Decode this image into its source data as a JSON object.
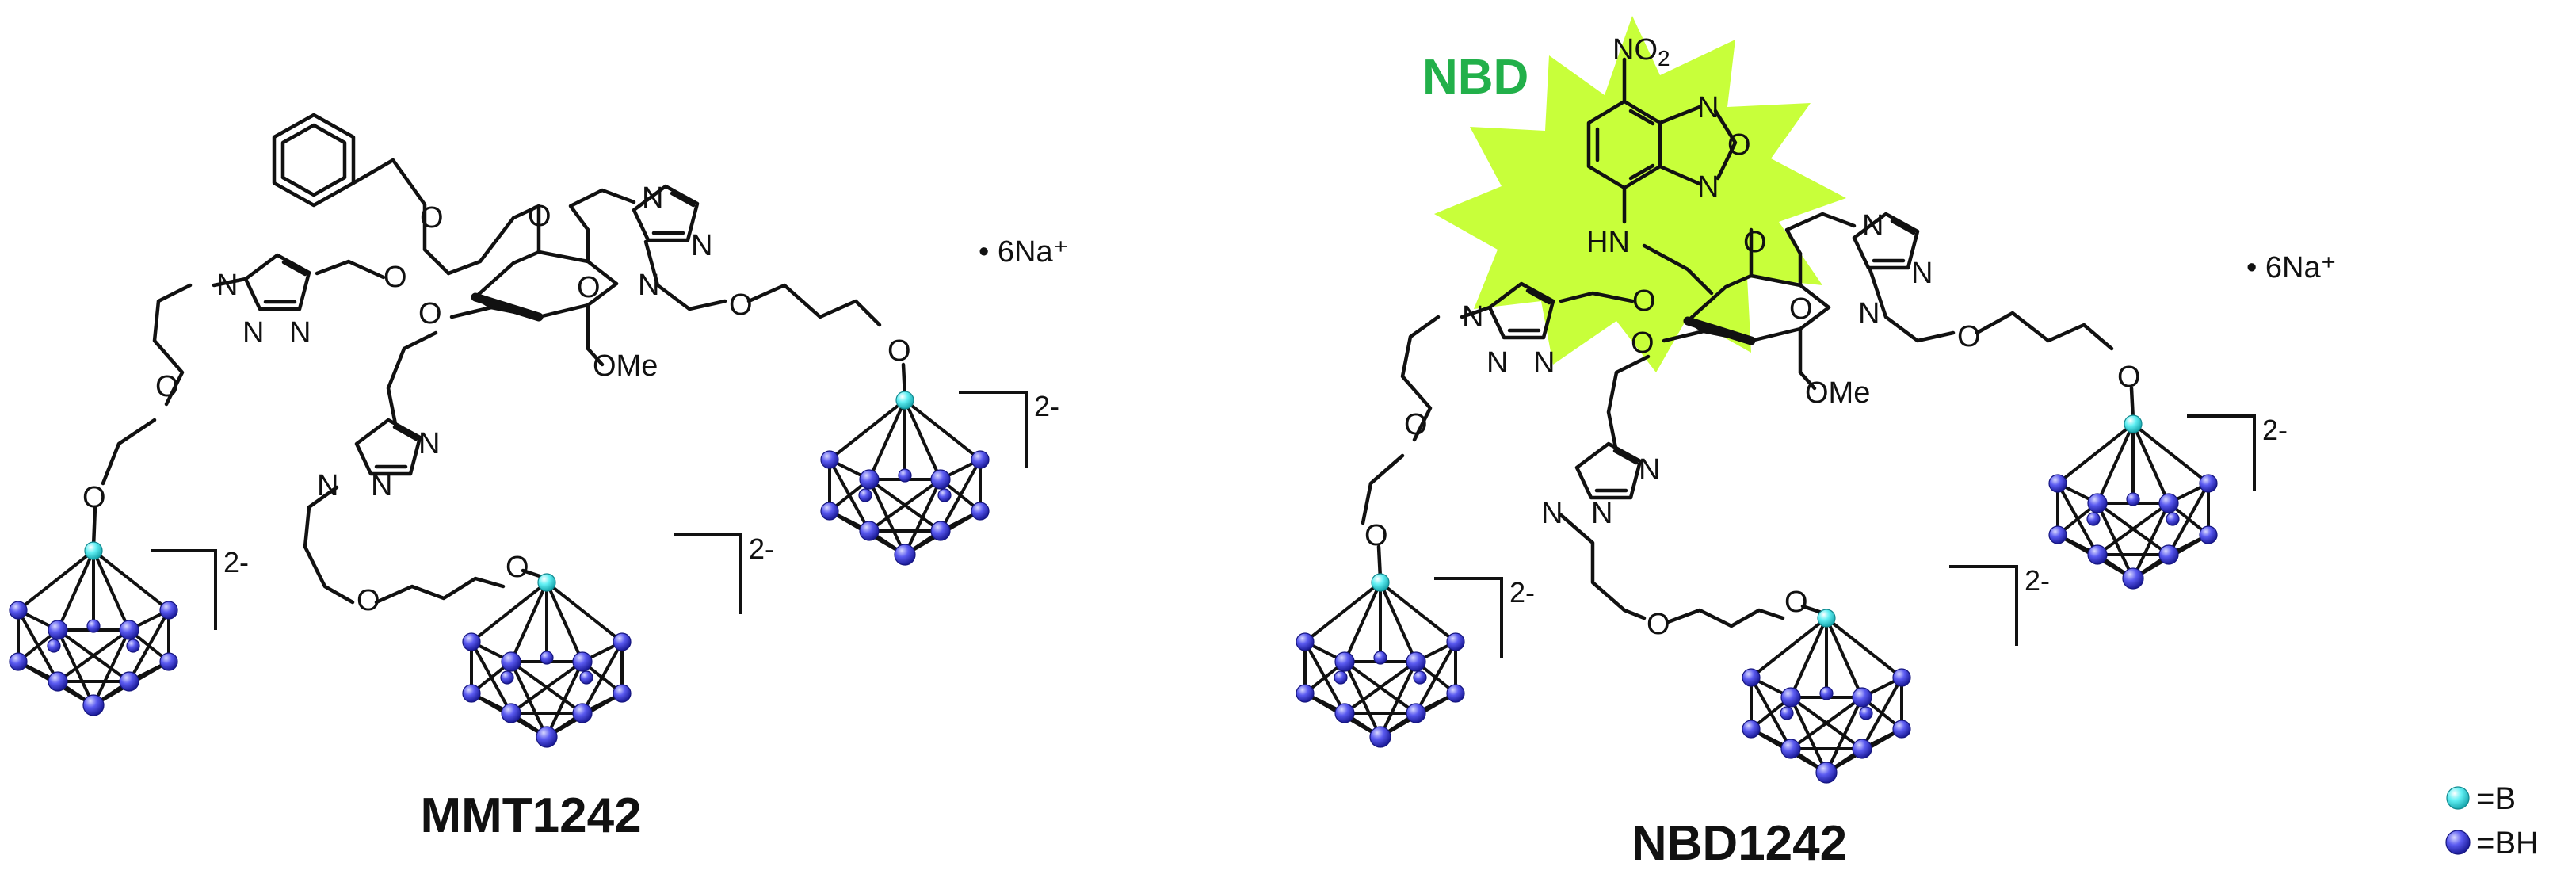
{
  "colors": {
    "boron": "#4FE9EE",
    "bh": "#3D3DE6",
    "nbd_burst": "#C8FF3A",
    "nbd_text": "#22B04A"
  },
  "molecules": [
    {
      "name": "MMT1242",
      "counterion": "• 6Na⁺",
      "cage_charge": "2-",
      "atoms": {
        "O": "O",
        "N": "N",
        "OMe": "OMe"
      }
    },
    {
      "name": "NBD1242",
      "counterion": "• 6Na⁺",
      "cage_charge": "2-",
      "atoms": {
        "O": "O",
        "N": "N",
        "OMe": "OMe",
        "HN": "HN",
        "NO2": "NO",
        "NO2_sub": "2"
      },
      "fluorophore_label": "NBD"
    }
  ],
  "legend": {
    "boron_label": "=B",
    "bh_label": "=BH"
  }
}
